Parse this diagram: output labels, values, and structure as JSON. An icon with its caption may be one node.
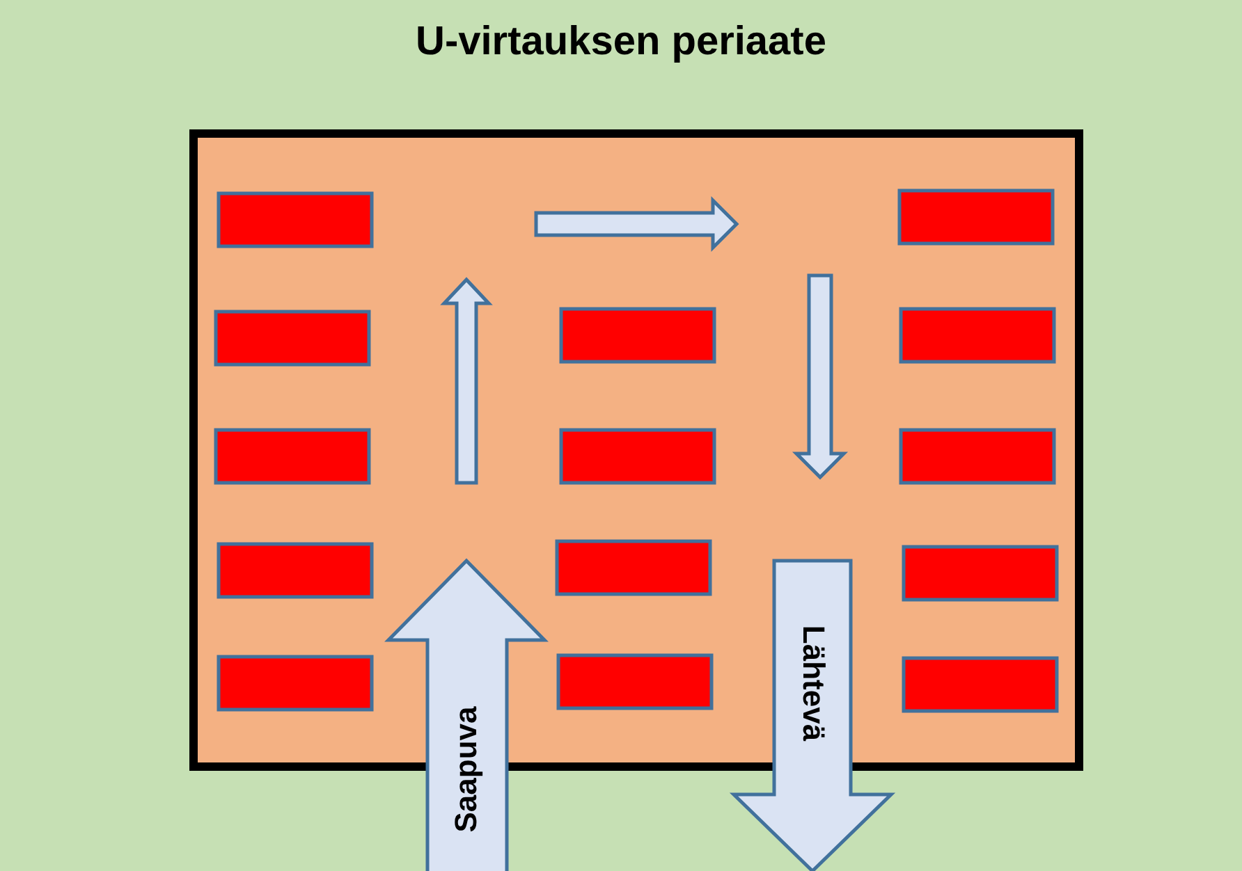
{
  "diagram": {
    "title": "U-virtauksen periaate",
    "nodes": [
      {
        "text": [
          "Saapuva"
        ]
      },
      {
        "text": [
          "Lähtevä"
        ]
      }
    ],
    "edges": []
  }
}
